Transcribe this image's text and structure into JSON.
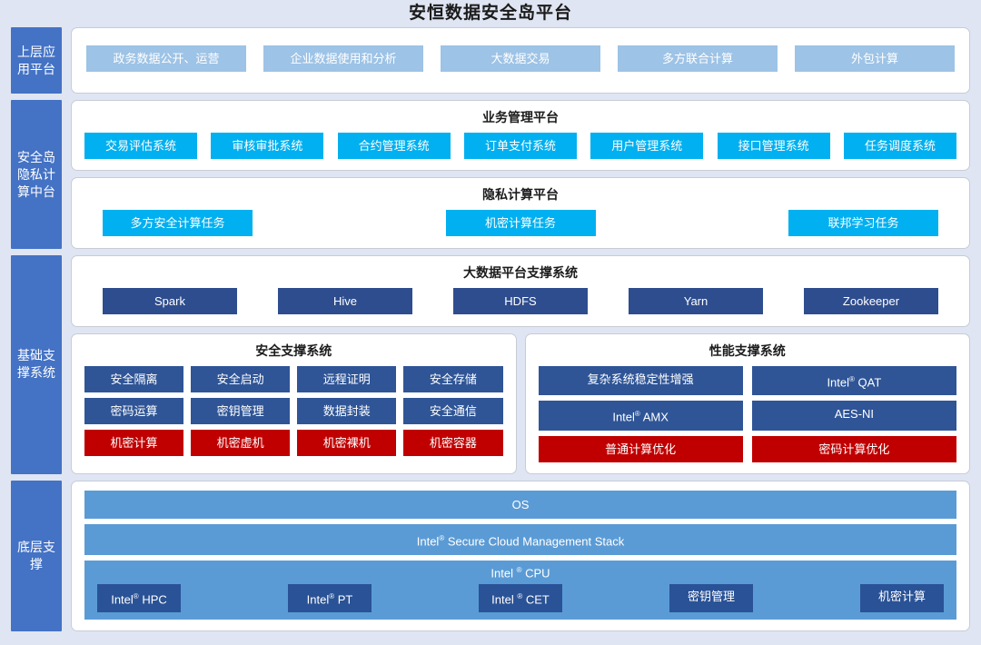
{
  "header": {
    "title": "安恒数据安全岛平台"
  },
  "colors": {
    "background": "#dfe5f2",
    "band_label": "#4472c4",
    "light_blue": "#9dc3e6",
    "cyan": "#00b0f0",
    "navy": "#2e4d8e",
    "red": "#c00000",
    "medium_blue": "#5b9bd5",
    "panel_bg": "#ffffff"
  },
  "bands": [
    {
      "label": "上层应用平台",
      "panels": [
        {
          "title": "",
          "chips": [
            "政务数据公开、运营",
            "企业数据使用和分析",
            "大数据交易",
            "多方联合计算",
            "外包计算"
          ]
        }
      ]
    },
    {
      "label": "安全岛隐私计算中台",
      "panels": [
        {
          "title": "业务管理平台",
          "chips": [
            "交易评估系统",
            "审核审批系统",
            "合约管理系统",
            "订单支付系统",
            "用户管理系统",
            "接口管理系统",
            "任务调度系统"
          ]
        },
        {
          "title": "隐私计算平台",
          "chips": [
            "多方安全计算任务",
            "机密计算任务",
            "联邦学习任务"
          ]
        }
      ]
    },
    {
      "label": "基础支撑系统",
      "panels": [
        {
          "title": "大数据平台支撑系统",
          "chips": [
            "Spark",
            "Hive",
            "HDFS",
            "Yarn",
            "Zookeeper"
          ]
        }
      ],
      "security_support": {
        "title": "安全支撑系统",
        "row1": [
          "安全隔离",
          "安全启动",
          "远程证明",
          "安全存储"
        ],
        "row2": [
          "密码运算",
          "密钥管理",
          "数据封装",
          "安全通信"
        ],
        "row3": [
          "机密计算",
          "机密虚机",
          "机密裸机",
          "机密容器"
        ]
      },
      "performance_support": {
        "title": "性能支撑系统",
        "row1": [
          "复杂系统稳定性增强",
          "Intel® QAT"
        ],
        "row2": [
          "Intel® AMX",
          "AES-NI"
        ],
        "row3": [
          "普通计算优化",
          "密码计算优化"
        ]
      }
    },
    {
      "label": "底层支撑",
      "bottom": {
        "os": "OS",
        "stack": "Intel® Secure Cloud Management Stack",
        "cpu_title": "Intel ® CPU",
        "cpu_chips": [
          "Intel® HPC",
          "Intel® PT",
          "Intel ® CET",
          "密钥管理",
          "机密计算"
        ]
      }
    }
  ]
}
